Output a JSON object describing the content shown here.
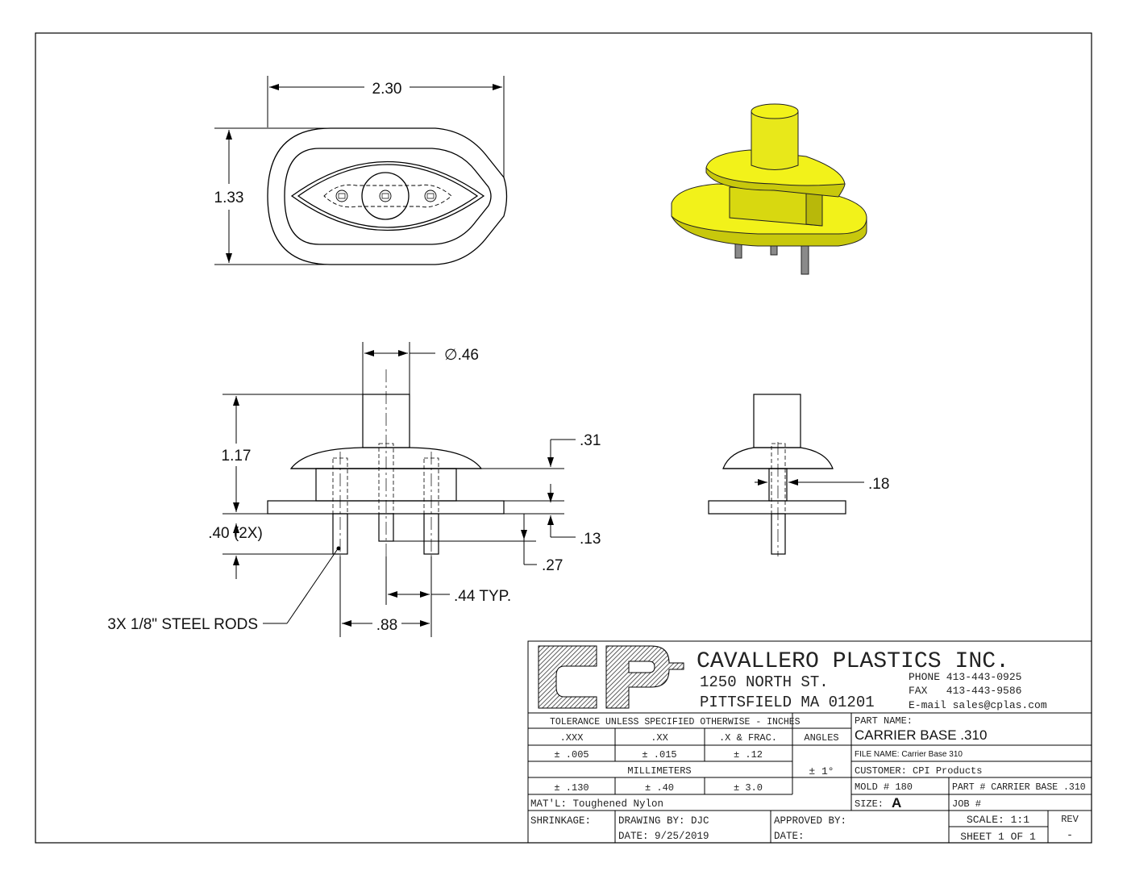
{
  "dimensions": {
    "width": "2.30",
    "height": "1.33",
    "diameter": ".46",
    "overall_height": "1.17",
    "d31": ".31",
    "rod_length": ".40 (2X)",
    "d13": ".13",
    "d27": ".27",
    "d18": ".18",
    "rod_spacing": ".44 TYP.",
    "rod_span": ".88",
    "rods_note": "3X 1/8\"  STEEL RODS"
  },
  "company": {
    "name": "CAVALLERO PLASTICS INC.",
    "address1": "1250 NORTH ST.",
    "address2": "PITTSFIELD MA 01201",
    "phone": "PHONE 413-443-0925",
    "fax": "FAX   413-443-9586",
    "email": "E-mail sales@cplas.com"
  },
  "tolerance": {
    "heading": "TOLERANCE UNLESS SPECIFIED OTHERWISE - INCHES",
    "cols": [
      ".XXX",
      ".XX",
      ".X & FRAC.",
      "ANGLES"
    ],
    "inch_vals": [
      "± .005",
      "± .015",
      "± .12"
    ],
    "mm_heading": "MILLIMETERS",
    "mm_vals": [
      "± .130",
      "± .40",
      "± 3.0"
    ],
    "angle_val": "± 1°"
  },
  "part": {
    "name_label": "PART NAME:",
    "name": "CARRIER BASE .310",
    "file": "FILE NAME: Carrier Base 310",
    "customer": "CUSTOMER: CPI Products",
    "mold": "MOLD # 180",
    "part_no": "PART # CARRIER BASE .310",
    "size_label": "SIZE:",
    "size": "A",
    "job": "JOB #"
  },
  "material": "MAT'L: Toughened Nylon",
  "shrinkage": "SHRINKAGE:",
  "drawing_by": "DRAWING BY: DJC",
  "date": "DATE: 9/25/2019",
  "approved_by": "APPROVED BY:",
  "approved_date": "DATE:",
  "scale": "SCALE: 1:1",
  "rev_label": "REV",
  "rev": "-",
  "sheet": "SHEET 1 OF 1",
  "colors": {
    "part_fill": "#f2f21a",
    "part_shade": "#c8c80c",
    "rod": "#8a8a8a",
    "line": "#000000"
  }
}
